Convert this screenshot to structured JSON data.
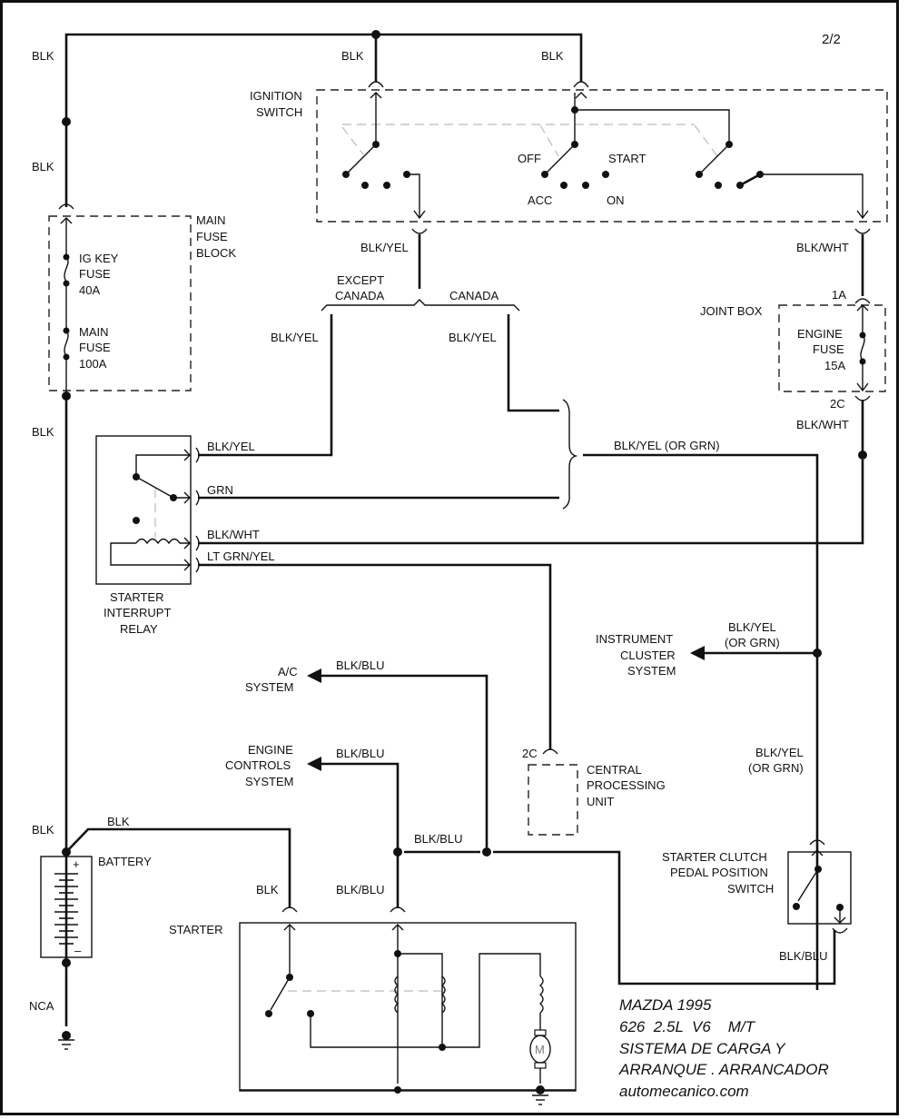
{
  "page_indicator": "2/2",
  "wire_labels": {
    "blk_top_left": "BLK",
    "blk_left_mid": "BLK",
    "blk_ign1": "BLK",
    "blk_ign2": "BLK",
    "blk_yel_ign_out": "BLK/YEL",
    "blk_wht_ign_out": "BLK/WHT",
    "blk_left_lower": "BLK",
    "blk_yel_except": "BLK/YEL",
    "blk_yel_canada": "BLK/YEL",
    "relay_blk_yel": "BLK/YEL",
    "relay_grn": "GRN",
    "relay_blk_wht": "BLK/WHT",
    "relay_lt_grn_yel": "LT GRN/YEL",
    "blk_yel_or_grn": "BLK/YEL (OR GRN)",
    "joint_blk_wht": "BLK/WHT",
    "ic_blk_yel": "BLK/YEL",
    "ic_or_grn": "(OR GRN)",
    "sw_blk_yel": "BLK/YEL",
    "sw_or_grn": "(OR GRN)",
    "ac_blk_blu": "BLK/BLU",
    "ec_blk_blu": "BLK/BLU",
    "mid_blk_blu": "BLK/BLU",
    "starter_blk_blu": "BLK/BLU",
    "starter_blk": "BLK",
    "battery_blk": "BLK",
    "battery_blk_top": "BLK",
    "sw_out_blk_blu": "BLK/BLU",
    "nca": "NCA"
  },
  "components": {
    "ignition_switch": [
      "IGNITION",
      "SWITCH"
    ],
    "ign_positions": {
      "off": "OFF",
      "acc": "ACC",
      "on": "ON",
      "start": "START"
    },
    "main_fuse_block": [
      "MAIN",
      "FUSE",
      "BLOCK"
    ],
    "ig_key_fuse": [
      "IG KEY",
      "FUSE",
      "40A"
    ],
    "main_fuse": [
      "MAIN",
      "FUSE",
      "100A"
    ],
    "except_canada": [
      "EXCEPT",
      "CANADA"
    ],
    "canada": "CANADA",
    "joint_box": "JOINT BOX",
    "joint_pin_top": "1A",
    "joint_pin_bottom": "2C",
    "engine_fuse": [
      "ENGINE",
      "FUSE",
      "15A"
    ],
    "starter_interrupt_relay": [
      "STARTER",
      "INTERRUPT",
      "RELAY"
    ],
    "instrument_cluster": [
      "INSTRUMENT",
      "CLUSTER",
      "SYSTEM"
    ],
    "ac_system": [
      "A/C",
      "SYSTEM"
    ],
    "engine_controls": [
      "ENGINE",
      "CONTROLS",
      "SYSTEM"
    ],
    "cpu": [
      "CENTRAL",
      "PROCESSING",
      "UNIT"
    ],
    "cpu_pin": "2C",
    "clutch_switch": [
      "STARTER CLUTCH",
      "PEDAL POSITION",
      "SWITCH"
    ],
    "battery": "BATTERY",
    "battery_plus": "+",
    "battery_minus": "–",
    "starter": "STARTER",
    "motor": "M"
  },
  "caption": {
    "line1": "MAZDA 1995",
    "line2": "626  2.5L  V6    M/T",
    "line3": "SISTEMA DE CARGA Y",
    "line4": "ARRANQUE . ARRANCADOR",
    "line5": "automecanico.com"
  }
}
